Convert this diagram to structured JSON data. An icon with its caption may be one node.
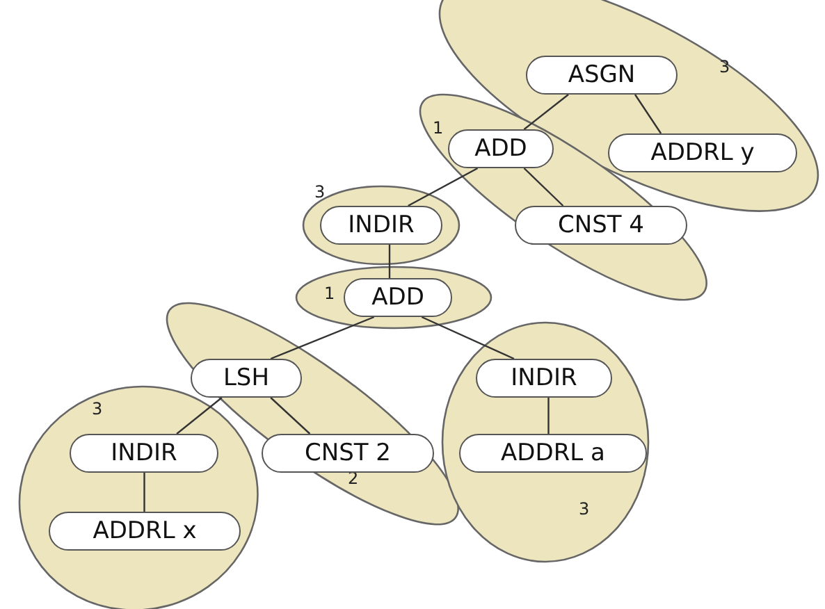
{
  "diagram": {
    "nodes": [
      {
        "text": [
          "3"
        ]
      },
      {
        "text": [
          "ASGN"
        ],
        "in": 0
      },
      {
        "text": [
          "ADDRL y"
        ],
        "in": 0
      },
      {
        "text": [
          "1"
        ]
      },
      {
        "text": [
          "ADD"
        ],
        "in": 3
      },
      {
        "text": [
          "CNST 4"
        ],
        "in": 3
      },
      {
        "text": [
          "3"
        ]
      },
      {
        "text": [
          "INDIR"
        ],
        "in": 6
      },
      {
        "text": [
          "1"
        ]
      },
      {
        "text": [
          "ADD"
        ],
        "in": 8
      },
      {
        "text": [
          "2"
        ]
      },
      {
        "text": [
          "LSH"
        ],
        "in": 10
      },
      {
        "text": [
          "CNST 2"
        ],
        "in": 10
      },
      {
        "text": [
          "3"
        ]
      },
      {
        "text": [
          "INDIR"
        ],
        "in": 13
      },
      {
        "text": [
          "ADDRL a"
        ],
        "in": 13
      },
      {
        "text": [
          "3"
        ]
      },
      {
        "text": [
          "INDIR"
        ],
        "in": 16
      },
      {
        "text": [
          "ADDRL x"
        ],
        "in": 16
      }
    ],
    "edges": [
      {
        "from": 1,
        "to": 4,
        "arrow": "none"
      },
      {
        "from": 1,
        "to": 2,
        "arrow": "none"
      },
      {
        "from": 4,
        "to": 7,
        "arrow": "none"
      },
      {
        "from": 4,
        "to": 5,
        "arrow": "none"
      },
      {
        "from": 7,
        "to": 9,
        "arrow": "none"
      },
      {
        "from": 9,
        "to": 11,
        "arrow": "none"
      },
      {
        "from": 9,
        "to": 14,
        "arrow": "none"
      },
      {
        "from": 11,
        "to": 17,
        "arrow": "none"
      },
      {
        "from": 11,
        "to": 12,
        "arrow": "none"
      },
      {
        "from": 14,
        "to": 15,
        "arrow": "none"
      },
      {
        "from": 17,
        "to": 18,
        "arrow": "none"
      }
    ]
  }
}
